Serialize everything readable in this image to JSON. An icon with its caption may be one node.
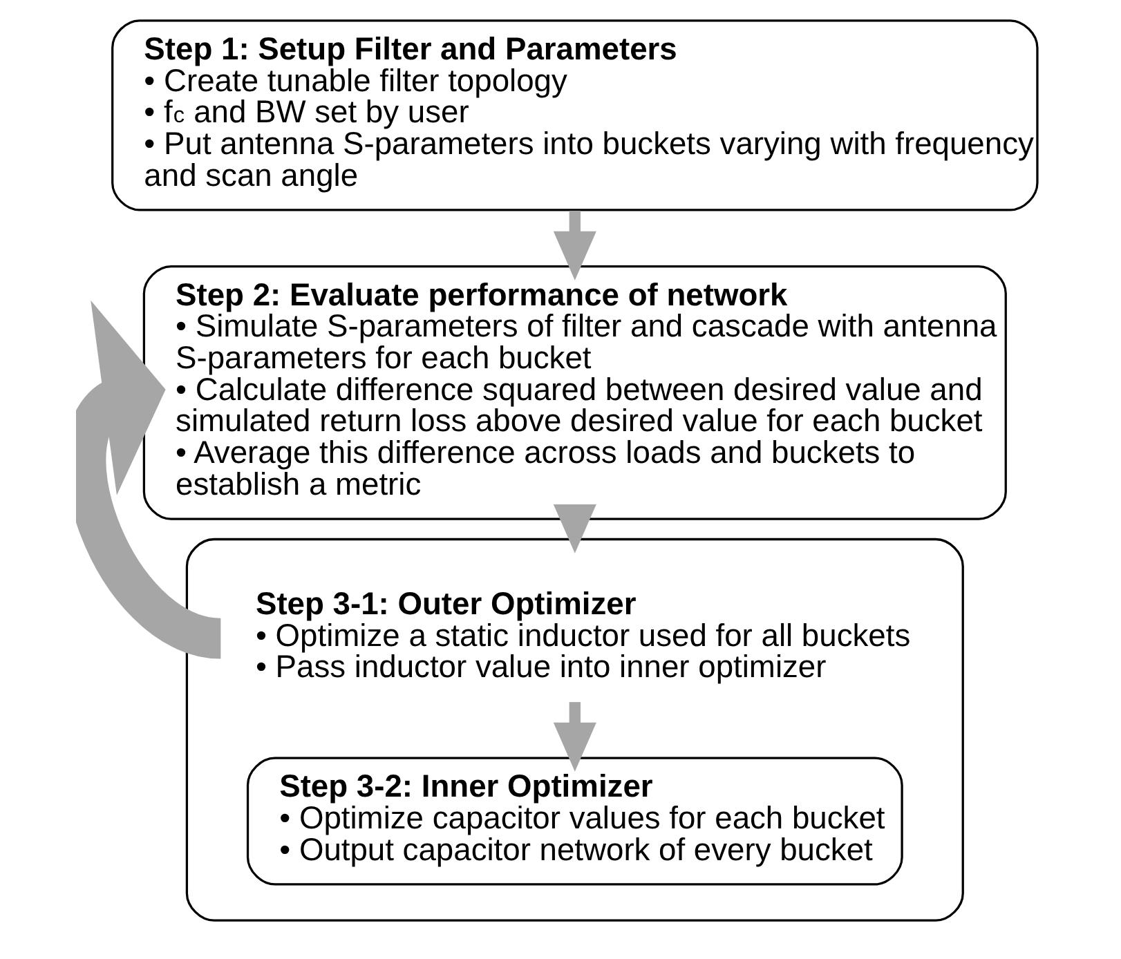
{
  "diagram": {
    "nodes": [
      {
        "text": [
          "Step 1: Setup Filter and Parameters",
          "• Create tunable filter topology",
          "• f$_{c}$ and BW set by user",
          "• Put antenna S-parameters into buckets varying with frequency and scan angle"
        ]
      },
      {
        "text": [
          "Step 2: Evaluate performance of network",
          "• Simulate S-parameters of filter and cascade with antenna S-parameters for each bucket",
          "• Calculate difference squared between desired value and simulated return loss above desired value for each bucket",
          "• Average this difference across loads and buckets to establish a metric"
        ]
      },
      {
        "text": [
          "Step 3-1: Outer Optimizer",
          "• Optimize a static inductor used for all buckets",
          "• Pass inductor value into inner optimizer"
        ]
      },
      {
        "text": [
          "Step 3-2: Inner Optimizer",
          "• Optimize capacitor values for each bucket",
          "• Output capacitor network of every bucket"
        ],
        "in": 2
      }
    ],
    "edges": [
      {
        "from": 0,
        "to": 1,
        "arrow": "to"
      },
      {
        "from": 1,
        "to": 2,
        "arrow": "to"
      },
      {
        "from": 2,
        "to": 3,
        "arrow": "to"
      },
      {
        "from": 2,
        "to": 1,
        "arrow": "to",
        "style": "thick"
      }
    ]
  }
}
